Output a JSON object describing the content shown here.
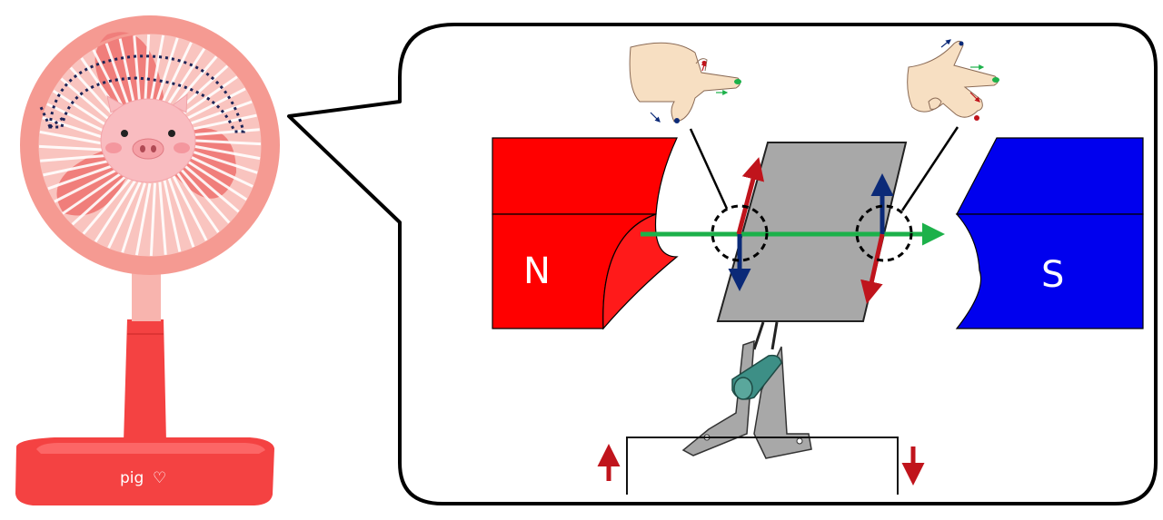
{
  "fan": {
    "brand_label": "pig",
    "heart_glyph": "♡",
    "colors": {
      "ring": "#f59a92",
      "blade": "#f07e7b",
      "pole": "#f8b4ae",
      "base": "#f44242",
      "pig_face": "#f9bcc0",
      "rotation_path": "#1d2457"
    }
  },
  "motor": {
    "north_label": "N",
    "south_label": "S",
    "colors": {
      "north_magnet": "#ff0000",
      "south_magnet": "#0000ee",
      "coil": "#a8a8a8",
      "field_arrow": "#1cb14a",
      "current_arrow": "#c0141c",
      "force_arrow": "#0b2a78",
      "commutator": "#3d8f86"
    },
    "icons": [
      "left-hand-rule-icon",
      "right-hand-rule-icon"
    ]
  }
}
